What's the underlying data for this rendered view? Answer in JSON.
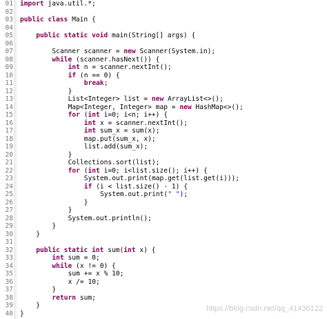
{
  "editor": {
    "language": "java",
    "colors": {
      "keyword": "#7f0055",
      "string": "#2a00ff",
      "text": "#000000",
      "line_number": "#787878"
    },
    "lines": [
      {
        "n": "01",
        "indent": 0,
        "tokens": [
          {
            "t": "import",
            "k": "kw"
          },
          {
            "t": " java.util.*;",
            "k": "txt"
          }
        ]
      },
      {
        "n": "02",
        "indent": 0,
        "tokens": []
      },
      {
        "n": "03",
        "indent": 0,
        "tokens": [
          {
            "t": "public",
            "k": "kw"
          },
          {
            "t": " ",
            "k": "txt"
          },
          {
            "t": "class",
            "k": "kw"
          },
          {
            "t": " Main {",
            "k": "txt"
          }
        ]
      },
      {
        "n": "04",
        "indent": 0,
        "tokens": []
      },
      {
        "n": "05",
        "indent": 1,
        "tokens": [
          {
            "t": "public",
            "k": "kw"
          },
          {
            "t": " ",
            "k": "txt"
          },
          {
            "t": "static",
            "k": "kw"
          },
          {
            "t": " ",
            "k": "txt"
          },
          {
            "t": "void",
            "k": "kw"
          },
          {
            "t": " main(String[] args) {",
            "k": "txt"
          }
        ]
      },
      {
        "n": "06",
        "indent": 0,
        "tokens": []
      },
      {
        "n": "07",
        "indent": 2,
        "tokens": [
          {
            "t": "Scanner scanner = ",
            "k": "txt"
          },
          {
            "t": "new",
            "k": "kw"
          },
          {
            "t": " Scanner(System.in);",
            "k": "txt"
          }
        ]
      },
      {
        "n": "08",
        "indent": 2,
        "tokens": [
          {
            "t": "while",
            "k": "kw"
          },
          {
            "t": " (scanner.hasNext()) {",
            "k": "txt"
          }
        ]
      },
      {
        "n": "09",
        "indent": 3,
        "tokens": [
          {
            "t": "int",
            "k": "kw"
          },
          {
            "t": " n = scanner.nextInt();",
            "k": "txt"
          }
        ]
      },
      {
        "n": "10",
        "indent": 3,
        "tokens": [
          {
            "t": "if",
            "k": "kw"
          },
          {
            "t": " (n == 0) {",
            "k": "txt"
          }
        ]
      },
      {
        "n": "11",
        "indent": 4,
        "tokens": [
          {
            "t": "break",
            "k": "kw"
          },
          {
            "t": ";",
            "k": "txt"
          }
        ]
      },
      {
        "n": "12",
        "indent": 3,
        "tokens": [
          {
            "t": "}",
            "k": "txt"
          }
        ]
      },
      {
        "n": "13",
        "indent": 3,
        "tokens": [
          {
            "t": "List<Integer> list = ",
            "k": "txt"
          },
          {
            "t": "new",
            "k": "kw"
          },
          {
            "t": " ArrayList<>();",
            "k": "txt"
          }
        ]
      },
      {
        "n": "14",
        "indent": 3,
        "tokens": [
          {
            "t": "Map<Integer, Integer> map = ",
            "k": "txt"
          },
          {
            "t": "new",
            "k": "kw"
          },
          {
            "t": " HashMap<>();",
            "k": "txt"
          }
        ]
      },
      {
        "n": "15",
        "indent": 3,
        "tokens": [
          {
            "t": "for",
            "k": "kw"
          },
          {
            "t": " (",
            "k": "txt"
          },
          {
            "t": "int",
            "k": "kw"
          },
          {
            "t": " i=0; i<n; i++) {",
            "k": "txt"
          }
        ]
      },
      {
        "n": "16",
        "indent": 4,
        "tokens": [
          {
            "t": "int",
            "k": "kw"
          },
          {
            "t": " x = scanner.nextInt();",
            "k": "txt"
          }
        ]
      },
      {
        "n": "17",
        "indent": 4,
        "tokens": [
          {
            "t": "int",
            "k": "kw"
          },
          {
            "t": " sum_x = sum(x);",
            "k": "txt"
          }
        ]
      },
      {
        "n": "18",
        "indent": 4,
        "tokens": [
          {
            "t": "map.put(sum_x, x);",
            "k": "txt"
          }
        ]
      },
      {
        "n": "19",
        "indent": 4,
        "tokens": [
          {
            "t": "list.add(sum_x);",
            "k": "txt"
          }
        ]
      },
      {
        "n": "20",
        "indent": 3,
        "tokens": [
          {
            "t": "}",
            "k": "txt"
          }
        ]
      },
      {
        "n": "21",
        "indent": 3,
        "tokens": [
          {
            "t": "Collections.sort(list);",
            "k": "txt"
          }
        ]
      },
      {
        "n": "22",
        "indent": 3,
        "tokens": [
          {
            "t": "for",
            "k": "kw"
          },
          {
            "t": " (",
            "k": "txt"
          },
          {
            "t": "int",
            "k": "kw"
          },
          {
            "t": " i=0; i<list.size(); i++) {",
            "k": "txt"
          }
        ]
      },
      {
        "n": "23",
        "indent": 4,
        "tokens": [
          {
            "t": "System.out.print(map.get(list.get(i)));",
            "k": "txt"
          }
        ]
      },
      {
        "n": "24",
        "indent": 4,
        "tokens": [
          {
            "t": "if",
            "k": "kw"
          },
          {
            "t": " (i < list.size() - 1) {",
            "k": "txt"
          }
        ]
      },
      {
        "n": "25",
        "indent": 5,
        "tokens": [
          {
            "t": "System.out.print(",
            "k": "txt"
          },
          {
            "t": "\" \"",
            "k": "str"
          },
          {
            "t": ");",
            "k": "txt"
          }
        ]
      },
      {
        "n": "26",
        "indent": 4,
        "tokens": [
          {
            "t": "}",
            "k": "txt"
          }
        ]
      },
      {
        "n": "27",
        "indent": 3,
        "tokens": [
          {
            "t": "}",
            "k": "txt"
          }
        ]
      },
      {
        "n": "28",
        "indent": 3,
        "tokens": [
          {
            "t": "System.out.println();",
            "k": "txt"
          }
        ]
      },
      {
        "n": "29",
        "indent": 2,
        "tokens": [
          {
            "t": "}",
            "k": "txt"
          }
        ]
      },
      {
        "n": "30",
        "indent": 1,
        "tokens": [
          {
            "t": "}",
            "k": "txt"
          }
        ]
      },
      {
        "n": "31",
        "indent": 0,
        "tokens": []
      },
      {
        "n": "32",
        "indent": 1,
        "tokens": [
          {
            "t": "public",
            "k": "kw"
          },
          {
            "t": " ",
            "k": "txt"
          },
          {
            "t": "static",
            "k": "kw"
          },
          {
            "t": " ",
            "k": "txt"
          },
          {
            "t": "int",
            "k": "kw"
          },
          {
            "t": " sum(",
            "k": "txt"
          },
          {
            "t": "int",
            "k": "kw"
          },
          {
            "t": " x) {",
            "k": "txt"
          }
        ]
      },
      {
        "n": "33",
        "indent": 2,
        "tokens": [
          {
            "t": "int",
            "k": "kw"
          },
          {
            "t": " sum = 0;",
            "k": "txt"
          }
        ]
      },
      {
        "n": "34",
        "indent": 2,
        "tokens": [
          {
            "t": "while",
            "k": "kw"
          },
          {
            "t": " (x != 0) {",
            "k": "txt"
          }
        ]
      },
      {
        "n": "35",
        "indent": 3,
        "tokens": [
          {
            "t": "sum += x % 10;",
            "k": "txt"
          }
        ]
      },
      {
        "n": "36",
        "indent": 3,
        "tokens": [
          {
            "t": "x /= 10;",
            "k": "txt"
          }
        ]
      },
      {
        "n": "37",
        "indent": 2,
        "tokens": [
          {
            "t": "}",
            "k": "txt"
          }
        ]
      },
      {
        "n": "38",
        "indent": 2,
        "tokens": [
          {
            "t": "return",
            "k": "kw"
          },
          {
            "t": " sum;",
            "k": "txt"
          }
        ]
      },
      {
        "n": "39",
        "indent": 1,
        "tokens": [
          {
            "t": "}",
            "k": "txt"
          }
        ]
      },
      {
        "n": "40",
        "indent": 0,
        "tokens": [
          {
            "t": "}",
            "k": "txt"
          }
        ]
      }
    ]
  },
  "watermark": "https://blog.csdn.net/qq_41436122"
}
